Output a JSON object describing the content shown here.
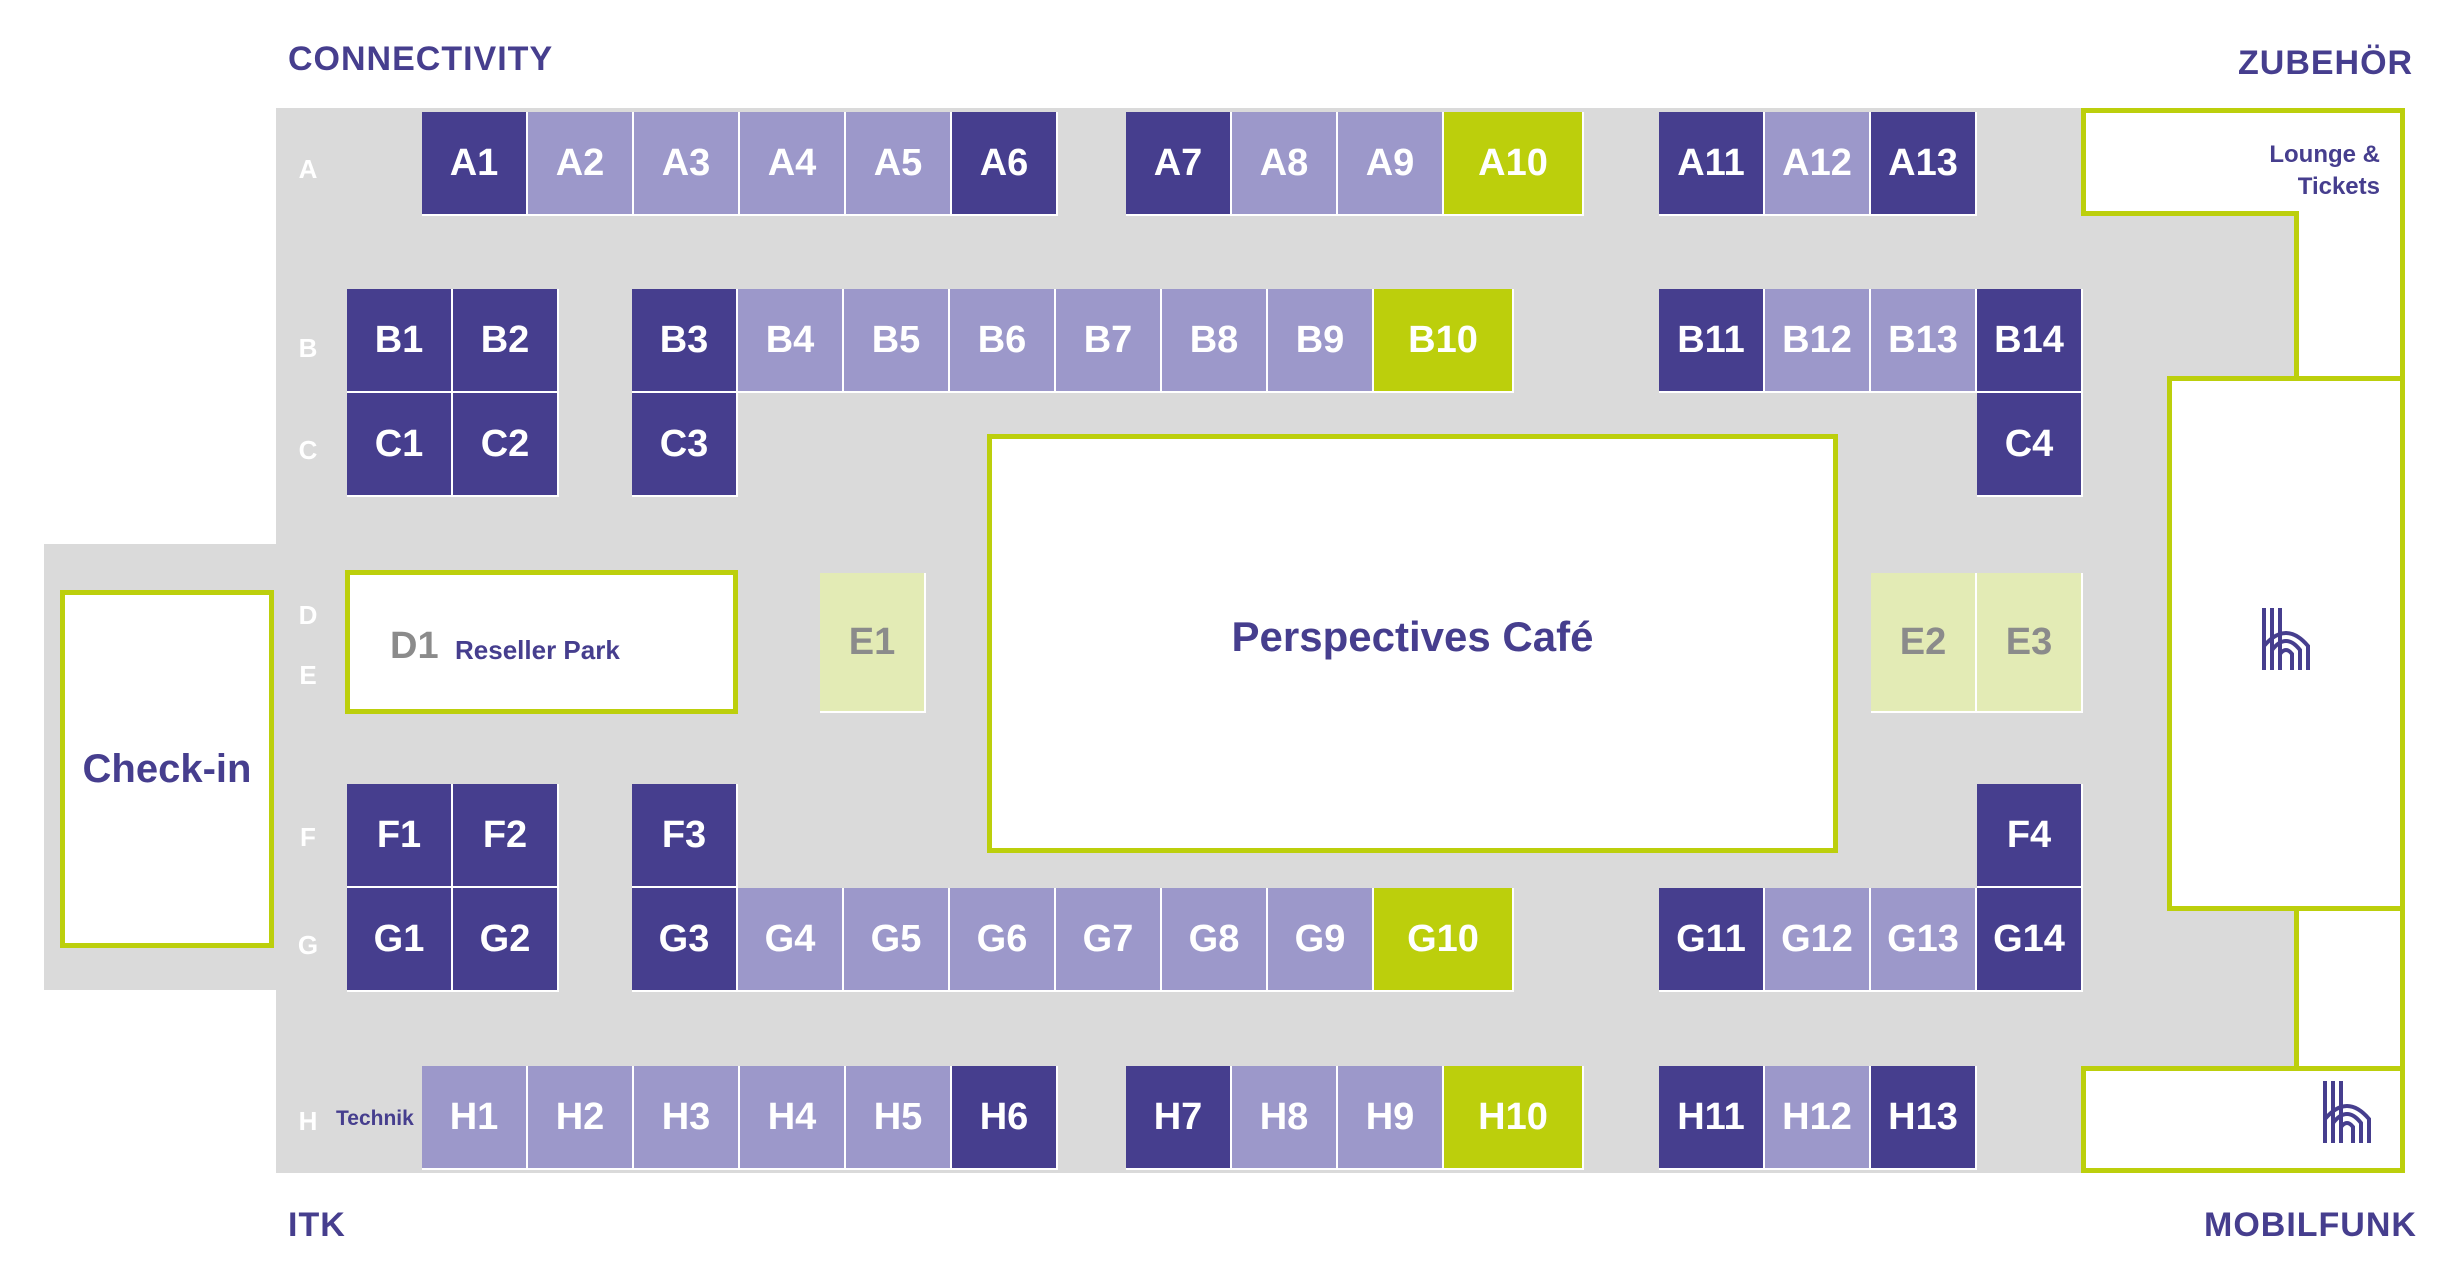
{
  "zones": {
    "top_left": "CONNECTIVITY",
    "top_right": "ZUBEHÖR",
    "bottom_left": "ITK",
    "bottom_right": "MOBILFUNK"
  },
  "row_labels": {
    "a": "A",
    "b": "B",
    "c": "C",
    "d": "D",
    "e": "E",
    "f": "F",
    "g": "G",
    "h": "H",
    "h_note": "Technik"
  },
  "areas": {
    "checkin": "Check-in",
    "cafe": "Perspectives Café",
    "lounge": "Lounge &\nTickets",
    "reseller_code": "D1",
    "reseller_name": "Reseller Park"
  },
  "booths": {
    "A1": "A1",
    "A2": "A2",
    "A3": "A3",
    "A4": "A4",
    "A5": "A5",
    "A6": "A6",
    "A7": "A7",
    "A8": "A8",
    "A9": "A9",
    "A10": "A10",
    "A11": "A11",
    "A12": "A12",
    "A13": "A13",
    "B1": "B1",
    "B2": "B2",
    "B3": "B3",
    "B4": "B4",
    "B5": "B5",
    "B6": "B6",
    "B7": "B7",
    "B8": "B8",
    "B9": "B9",
    "B10": "B10",
    "B11": "B11",
    "B12": "B12",
    "B13": "B13",
    "B14": "B14",
    "C1": "C1",
    "C2": "C2",
    "C3": "C3",
    "C4": "C4",
    "E1": "E1",
    "E2": "E2",
    "E3": "E3",
    "F1": "F1",
    "F2": "F2",
    "F3": "F3",
    "F4": "F4",
    "G1": "G1",
    "G2": "G2",
    "G3": "G3",
    "G4": "G4",
    "G5": "G5",
    "G6": "G6",
    "G7": "G7",
    "G8": "G8",
    "G9": "G9",
    "G10": "G10",
    "G11": "G11",
    "G12": "G12",
    "G13": "G13",
    "G14": "G14",
    "H1": "H1",
    "H2": "H2",
    "H3": "H3",
    "H4": "H4",
    "H5": "H5",
    "H6": "H6",
    "H7": "H7",
    "H8": "H8",
    "H9": "H9",
    "H10": "H10",
    "H11": "H11",
    "H12": "H12",
    "H13": "H13"
  },
  "icons": {
    "brand": "h-logo-icon"
  },
  "colors": {
    "dark": "#463e8e",
    "light": "#9c98ca",
    "green": "#bccf0c",
    "pale": "#e3ebb5",
    "hall": "#dadada"
  }
}
